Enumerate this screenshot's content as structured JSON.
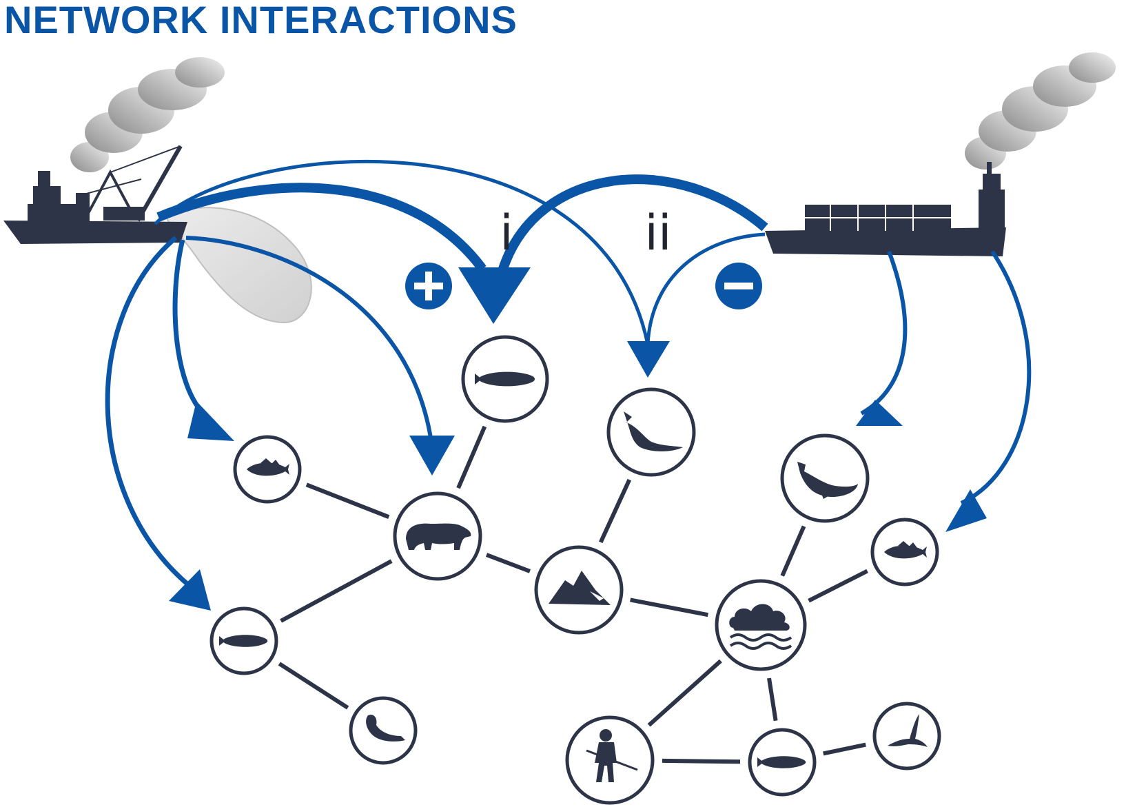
{
  "title": "NETWORK INTERACTIONS",
  "colors": {
    "accent": "#0b55a6",
    "node": "#2d3447",
    "background": "#ffffff",
    "smoke": "#a9a9a9"
  },
  "ships": [
    {
      "id": "fishing-vessel",
      "icon": "fishing-trawler-icon"
    },
    {
      "id": "cargo-ship",
      "icon": "container-ship-icon"
    }
  ],
  "labels": {
    "interaction_i": "i",
    "interaction_ii": "ii",
    "positive_sign": "+",
    "negative_sign": "−"
  },
  "nodes": [
    {
      "id": "n1",
      "icon": "cod-fish-icon"
    },
    {
      "id": "n2",
      "icon": "groundfish-icon"
    },
    {
      "id": "n3",
      "icon": "polar-bear-icon"
    },
    {
      "id": "n4",
      "icon": "humpback-whale-icon"
    },
    {
      "id": "n5",
      "icon": "bowhead-whale-icon"
    },
    {
      "id": "n6",
      "icon": "sea-ice-icon"
    },
    {
      "id": "n7",
      "icon": "cod-fish-icon"
    },
    {
      "id": "n8",
      "icon": "climate-icon"
    },
    {
      "id": "n9",
      "icon": "groundfish-icon"
    },
    {
      "id": "n10",
      "icon": "seal-icon"
    },
    {
      "id": "n11",
      "icon": "human-hunter-icon"
    },
    {
      "id": "n12",
      "icon": "groundfish-icon"
    },
    {
      "id": "n13",
      "icon": "seabird-icon"
    }
  ],
  "edges": [
    [
      "n1",
      "n3"
    ],
    [
      "n2",
      "n3"
    ],
    [
      "n3",
      "n9"
    ],
    [
      "n3",
      "n6"
    ],
    [
      "n4",
      "n6"
    ],
    [
      "n6",
      "n8"
    ],
    [
      "n5",
      "n8"
    ],
    [
      "n7",
      "n8"
    ],
    [
      "n8",
      "n11"
    ],
    [
      "n8",
      "n12"
    ],
    [
      "n11",
      "n12"
    ],
    [
      "n12",
      "n13"
    ],
    [
      "n9",
      "n10"
    ]
  ]
}
